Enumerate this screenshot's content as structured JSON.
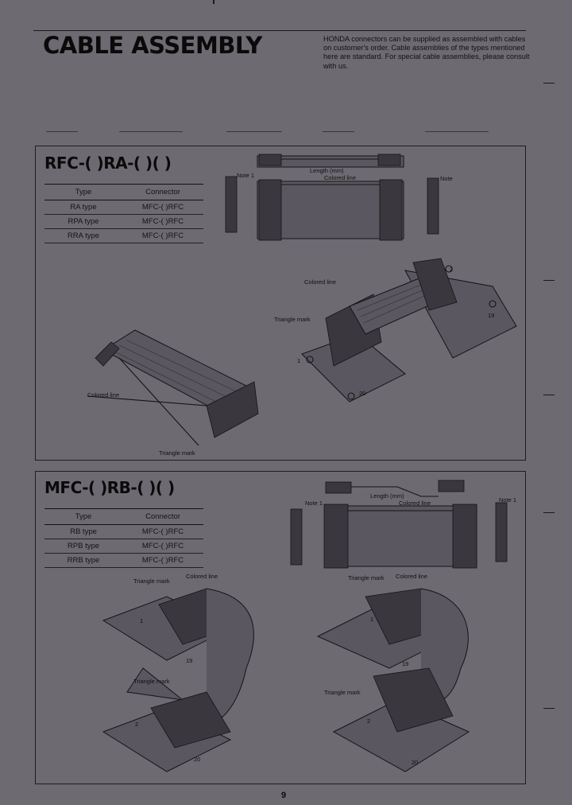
{
  "header": {
    "title": "CABLE ASSEMBLY",
    "intro": "HONDA connectors can be supplied as assembled with cables on customer's order. Cable assemblies of the types mentioned here are standard. For special cable assemblies, please consult with us."
  },
  "section_ra": {
    "heading": "RFC-(    )RA-(    )(    )",
    "table": {
      "headers": [
        "Type",
        "Connector"
      ],
      "rows": [
        [
          "RA type",
          "MFC-(    )RFC"
        ],
        [
          "RPA type",
          "MFC-(    )RFC"
        ],
        [
          "RRA type",
          "MFC-(    )RFC"
        ]
      ]
    },
    "labels": {
      "length": "Length (mm)",
      "colored_line": "Colored line",
      "note1": "Note 1",
      "note": "Note",
      "colored_line_2": "Colored line",
      "triangle_mark": "Triangle mark",
      "colored_line_3": "Colored line",
      "triangle_mark_2": "Triangle mark",
      "pin1": "1",
      "pin2": "2",
      "pin19": "19",
      "pin20": "20"
    }
  },
  "section_rb": {
    "heading": "MFC-(    )RB-(    )(    )",
    "table": {
      "headers": [
        "Type",
        "Connector"
      ],
      "rows": [
        [
          "RB type",
          "MFC-(    )RFC"
        ],
        [
          "RPB type",
          "MFC-(    )RFC"
        ],
        [
          "RRB type",
          "MFC-(    )RFC"
        ]
      ]
    },
    "labels": {
      "length": "Length (mm)",
      "colored_line": "Colored line",
      "note1": "Note 1",
      "note1b": "Note 1",
      "triangle_mark": "Triangle mark",
      "colored_line_2": "Colored line",
      "triangle_mark_2": "Triangle mark",
      "triangle_mark_3": "Triangle mark",
      "colored_line_3": "Colored line",
      "triangle_mark_4": "Triangle mark",
      "pin1": "1",
      "pin2": "2",
      "pin19": "19",
      "pin20": "20"
    }
  },
  "footer": {
    "page_number": "9"
  }
}
